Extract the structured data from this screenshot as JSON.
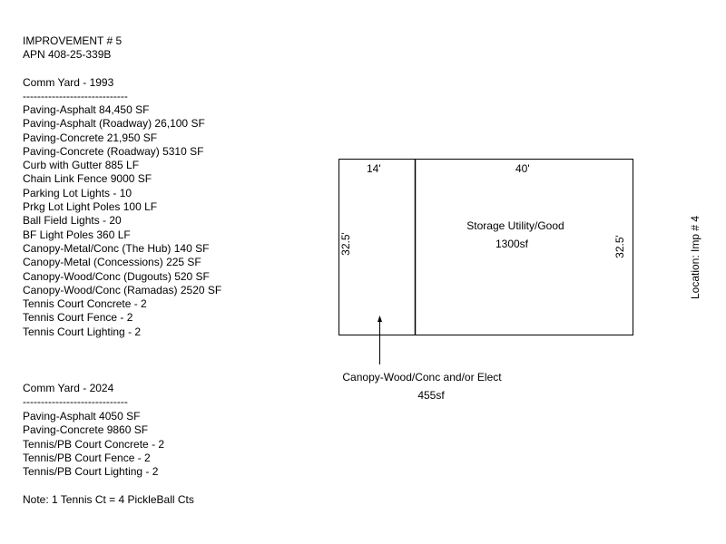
{
  "header": {
    "line1": "IMPROVEMENT # 5",
    "line2": "APN 408-25-339B"
  },
  "yard_1993": {
    "title": "Comm Yard - 1993",
    "rule": "-----------------------------",
    "items": [
      "Paving-Asphalt 84,450 SF",
      "Paving-Asphalt (Roadway) 26,100 SF",
      "Paving-Concrete 21,950 SF",
      "Paving-Concrete (Roadway) 5310 SF",
      "Curb with Gutter 885 LF",
      "Chain Link Fence 9000 SF",
      "Parking Lot Lights - 10",
      "Prkg Lot Light Poles 100 LF",
      "Ball Field Lights - 20",
      "BF Light Poles 360 LF",
      "Canopy-Metal/Conc (The Hub) 140 SF",
      "Canopy-Metal (Concessions) 225 SF",
      "Canopy-Wood/Conc (Dugouts) 520 SF",
      "Canopy-Wood/Conc (Ramadas) 2520 SF",
      "Tennis Court Concrete - 2",
      "Tennis Court Fence - 2",
      "Tennis Court Lighting - 2"
    ]
  },
  "yard_2024": {
    "title": "Comm Yard - 2024",
    "rule": "-----------------------------",
    "items": [
      "Paving-Asphalt 4050 SF",
      "Paving-Concrete 9860 SF",
      "Tennis/PB Court Concrete - 2",
      "Tennis/PB Court Fence - 2",
      "Tennis/PB Court Lighting - 2"
    ]
  },
  "note": "Note: 1 Tennis Ct = 4 PickleBall Cts",
  "sketch": {
    "left_width": "14'",
    "right_width": "40'",
    "left_depth": "32.5'",
    "right_depth": "32.5'",
    "area_name": "Storage Utility/Good",
    "area_size": "1300sf",
    "canopy_name": "Canopy-Wood/Conc and/or Elect",
    "canopy_size": "455sf",
    "location": "Location: Imp # 4"
  }
}
